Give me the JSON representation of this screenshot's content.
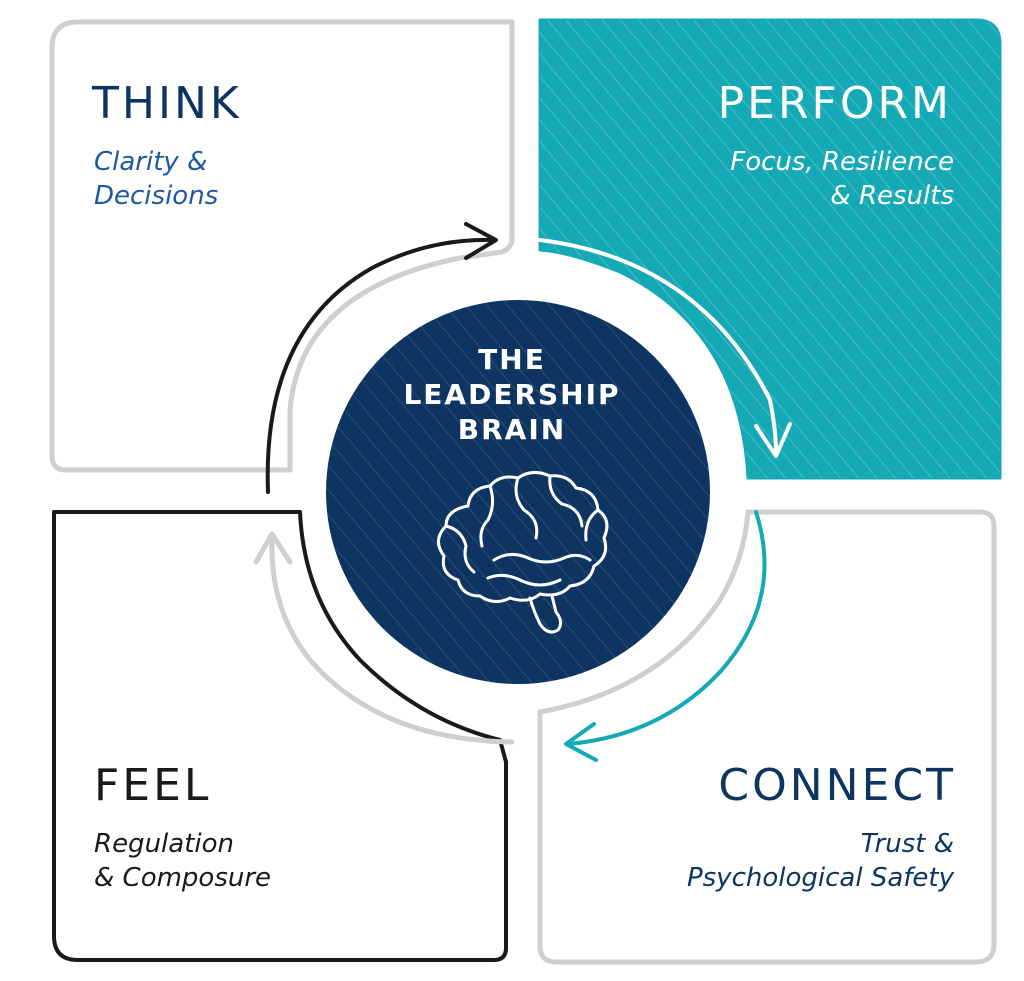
{
  "colors": {
    "navy": "#0e3561",
    "teal": "#15a9b6",
    "black": "#1a1a1a",
    "grey_outline": "#c9c9c9",
    "white": "#ffffff"
  },
  "quadrants": {
    "think": {
      "title": "THINK",
      "subtitle": [
        "Clarity &",
        "Decisions"
      ]
    },
    "perform": {
      "title": "PERFORM",
      "subtitle": [
        "Focus, Resilience",
        "& Results"
      ]
    },
    "feel": {
      "title": "FEEL",
      "subtitle": [
        "Regulation",
        "& Composure"
      ]
    },
    "connect": {
      "title": "CONNECT",
      "subtitle": [
        "Trust &",
        "Psychological Safety"
      ]
    }
  },
  "center": {
    "title_lines": [
      "THE",
      "LEADERSHIP",
      "BRAIN"
    ],
    "icon": "brain-icon"
  },
  "cycle_arrows": [
    {
      "from": "feel",
      "to": "think",
      "color": "black"
    },
    {
      "from": "perform",
      "to": "connect",
      "color": "teal"
    },
    {
      "from": "connect",
      "to": "feel",
      "color": "grey"
    }
  ]
}
